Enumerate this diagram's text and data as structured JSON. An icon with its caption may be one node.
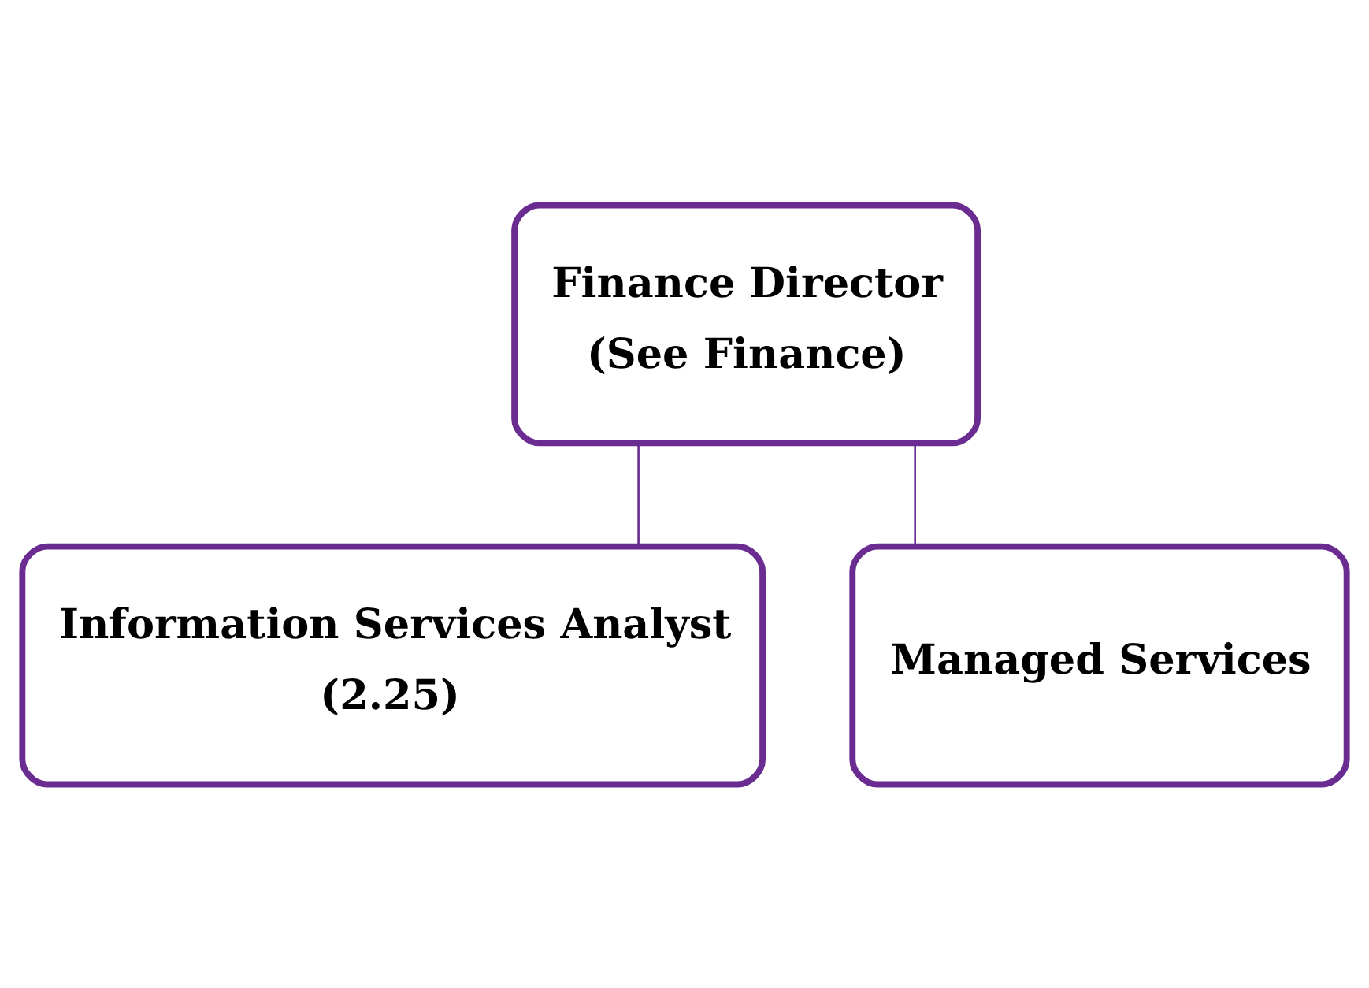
{
  "diagram": {
    "nodes": [
      {
        "text": [
          "Finance Director",
          "(See Finance)"
        ]
      },
      {
        "text": [
          "Information Services Analyst",
          "(2.25)"
        ]
      },
      {
        "text": [
          "Managed Services"
        ]
      }
    ],
    "edges": [
      {
        "from": 0,
        "to": 1,
        "arrow": "none"
      },
      {
        "from": 0,
        "to": 2,
        "arrow": "none"
      }
    ]
  }
}
